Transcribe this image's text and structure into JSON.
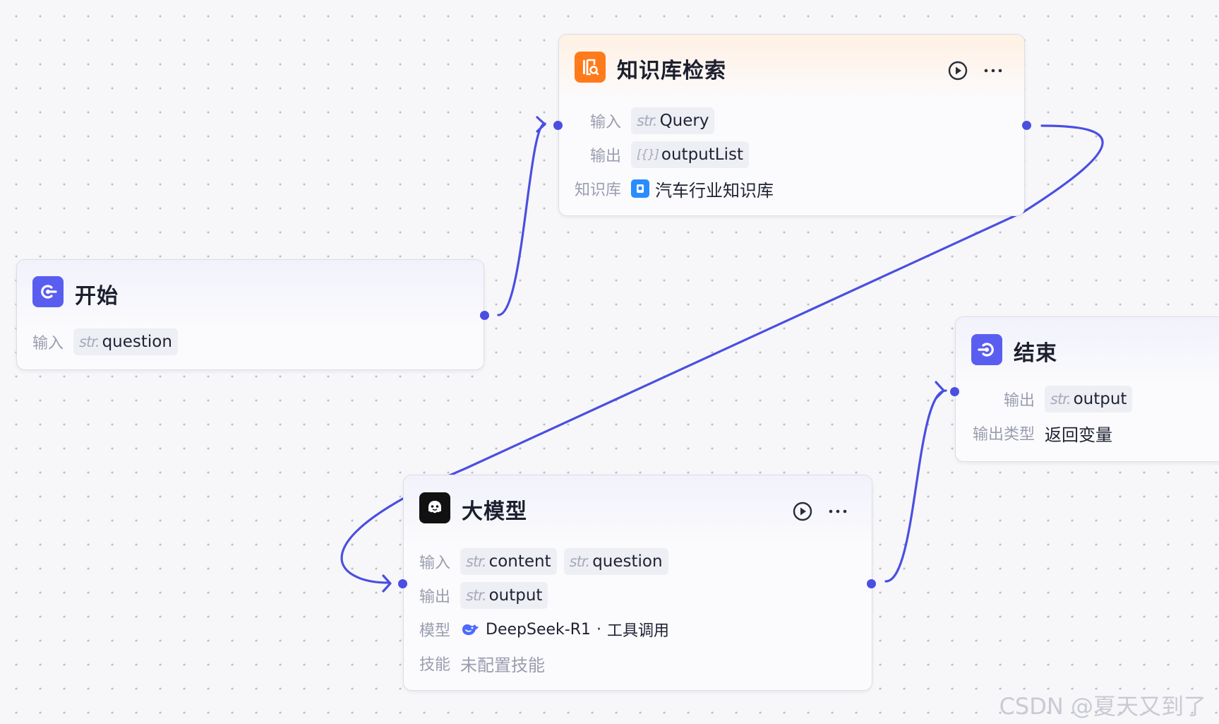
{
  "colors": {
    "edge": "#4a4fe2",
    "start_icon_bg": "#5a5ef0",
    "kb_icon_bg": "#ff7a1a",
    "llm_icon_bg": "#111111",
    "end_icon_bg": "#5a5ef0",
    "kb_chip_bg": "#2a8cff",
    "canvas_bg": "#f7f7f9"
  },
  "nodes": {
    "start": {
      "title": "开始",
      "icon": "start-icon",
      "input_label": "输入",
      "inputs": [
        {
          "type": "str.",
          "name": "question"
        }
      ]
    },
    "kb": {
      "title": "知识库检索",
      "icon": "knowledge-base-search-icon",
      "input_label": "输入",
      "inputs": [
        {
          "type": "str.",
          "name": "Query"
        }
      ],
      "output_label": "输出",
      "outputs": [
        {
          "type": "[{}]",
          "name": "outputList"
        }
      ],
      "kb_label": "知识库",
      "kb_value": "汽车行业知识库",
      "kb_icon": "knowledge-base-icon"
    },
    "llm": {
      "title": "大模型",
      "icon": "llm-icon",
      "input_label": "输入",
      "inputs": [
        {
          "type": "str.",
          "name": "content"
        },
        {
          "type": "str.",
          "name": "question"
        }
      ],
      "output_label": "输出",
      "outputs": [
        {
          "type": "str.",
          "name": "output"
        }
      ],
      "model_label": "模型",
      "model_icon": "deepseek-icon",
      "model_name": "DeepSeek-R1",
      "model_sep": "·",
      "model_mode": "工具调用",
      "skill_label": "技能",
      "skill_value": "未配置技能"
    },
    "end": {
      "title": "结束",
      "icon": "end-icon",
      "output_label": "输出",
      "outputs": [
        {
          "type": "str.",
          "name": "output"
        }
      ],
      "output_type_label": "输出类型",
      "output_type_value": "返回变量"
    }
  },
  "actions": {
    "run_icon": "play-circle-icon",
    "more_icon": "more-horizontal-icon"
  },
  "watermark": "CSDN @夏天又到了"
}
